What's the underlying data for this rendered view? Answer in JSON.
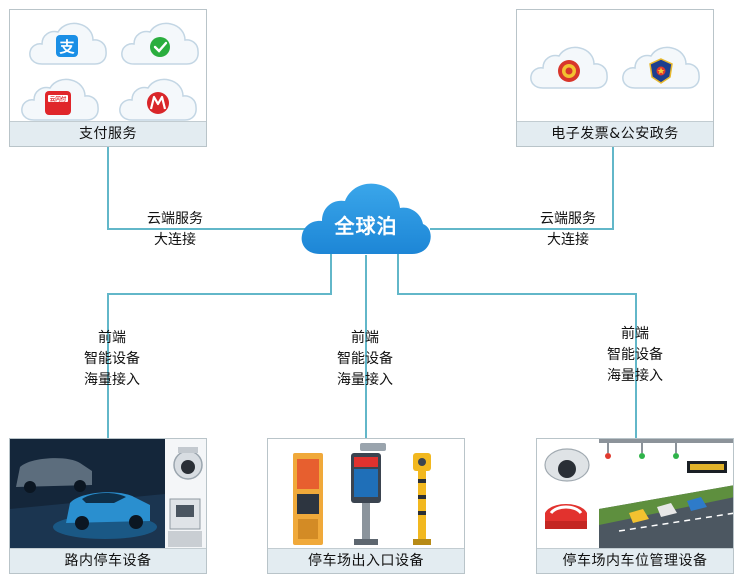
{
  "center": {
    "title": "全球泊"
  },
  "top_left": {
    "caption": "支付服务",
    "logos": [
      {
        "icon": "alipay-icon",
        "glyph": "支",
        "color": "#1a8fe6"
      },
      {
        "icon": "wechat-pay-icon",
        "glyph": "✓",
        "color": "#2aae3e"
      },
      {
        "icon": "unionpay-cloud-icon",
        "glyph": "云闪付",
        "color": "#e0262a"
      },
      {
        "icon": "cmb-bank-icon",
        "glyph": "M",
        "color": "#d9262a"
      }
    ]
  },
  "top_right": {
    "caption": "电子发票&公安政务",
    "logos": [
      {
        "icon": "tax-emblem-icon",
        "color": "#d8362b"
      },
      {
        "icon": "police-emblem-icon",
        "color": "#1d3f8f"
      }
    ]
  },
  "left_connector": {
    "line1": "云端服务",
    "line2": "大连接"
  },
  "right_connector": {
    "line1": "云端服务",
    "line2": "大连接"
  },
  "front_label": {
    "line1": "前端",
    "line2": "智能设备",
    "line3": "海量接入"
  },
  "bottom_left": {
    "caption": "路内停车设备"
  },
  "bottom_middle": {
    "caption": "停车场出入口设备"
  },
  "bottom_right": {
    "caption": "停车场内车位管理设备"
  },
  "colors": {
    "line": "#62b7c9",
    "cloud": "#1e8fdc",
    "caption_bg": "#e3ecf1"
  }
}
